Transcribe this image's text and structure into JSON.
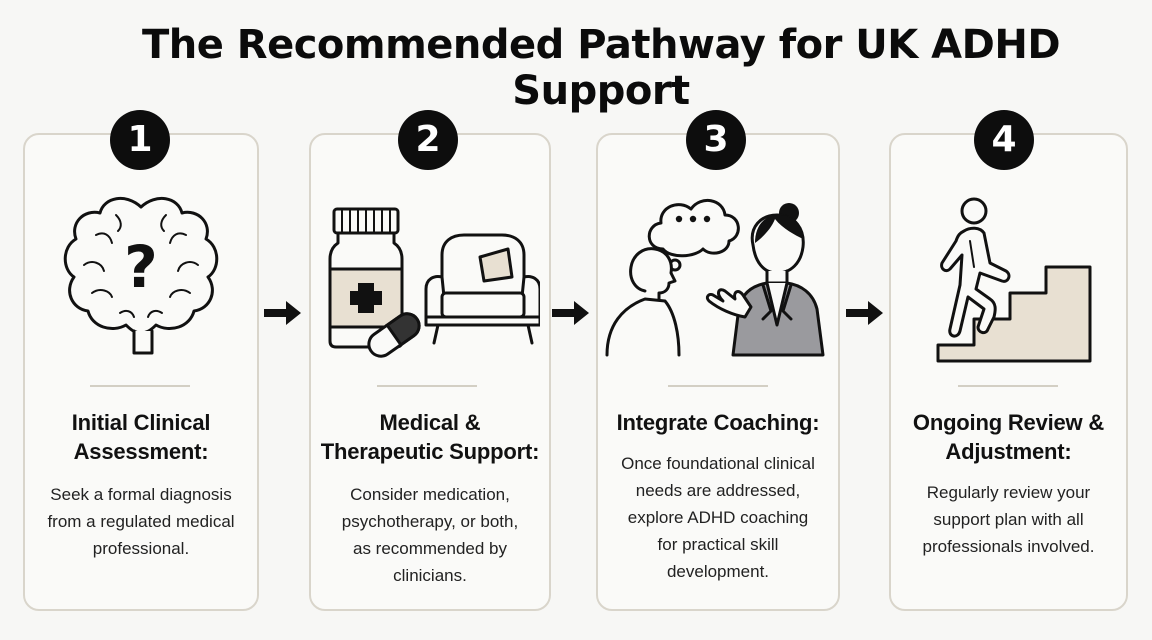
{
  "title": "The Recommended Pathway for UK ADHD Support",
  "steps": [
    {
      "number": "1",
      "title_lines": [
        "Initial Clinical",
        "Assessment:"
      ],
      "description_lines": [
        "Seek a formal diagnosis",
        "from a regulated medical",
        "professional."
      ],
      "illustration": "brain-question-icon"
    },
    {
      "number": "2",
      "title_lines": [
        "Medical &",
        "Therapeutic Support:"
      ],
      "description_lines": [
        "Consider medication,",
        "psychotherapy, or both,",
        "as recommended by",
        "clinicians."
      ],
      "illustration": "medication-armchair-icon"
    },
    {
      "number": "3",
      "title_lines": [
        "Integrate Coaching:"
      ],
      "description_lines": [
        "Once foundational clinical",
        "needs are addressed,",
        "explore ADHD coaching",
        "for practical skill",
        "development."
      ],
      "illustration": "coaching-conversation-icon"
    },
    {
      "number": "4",
      "title_lines": [
        "Ongoing Review &",
        "Adjustment:"
      ],
      "description_lines": [
        "Regularly review your",
        "support plan with all",
        "professionals involved."
      ],
      "illustration": "person-climbing-stairs-icon"
    }
  ],
  "colors": {
    "badge": "#0d0d0d",
    "card_border": "#d9d5cb",
    "accent_fill": "#e8e0d2",
    "jacket": "#9a9a9e"
  }
}
